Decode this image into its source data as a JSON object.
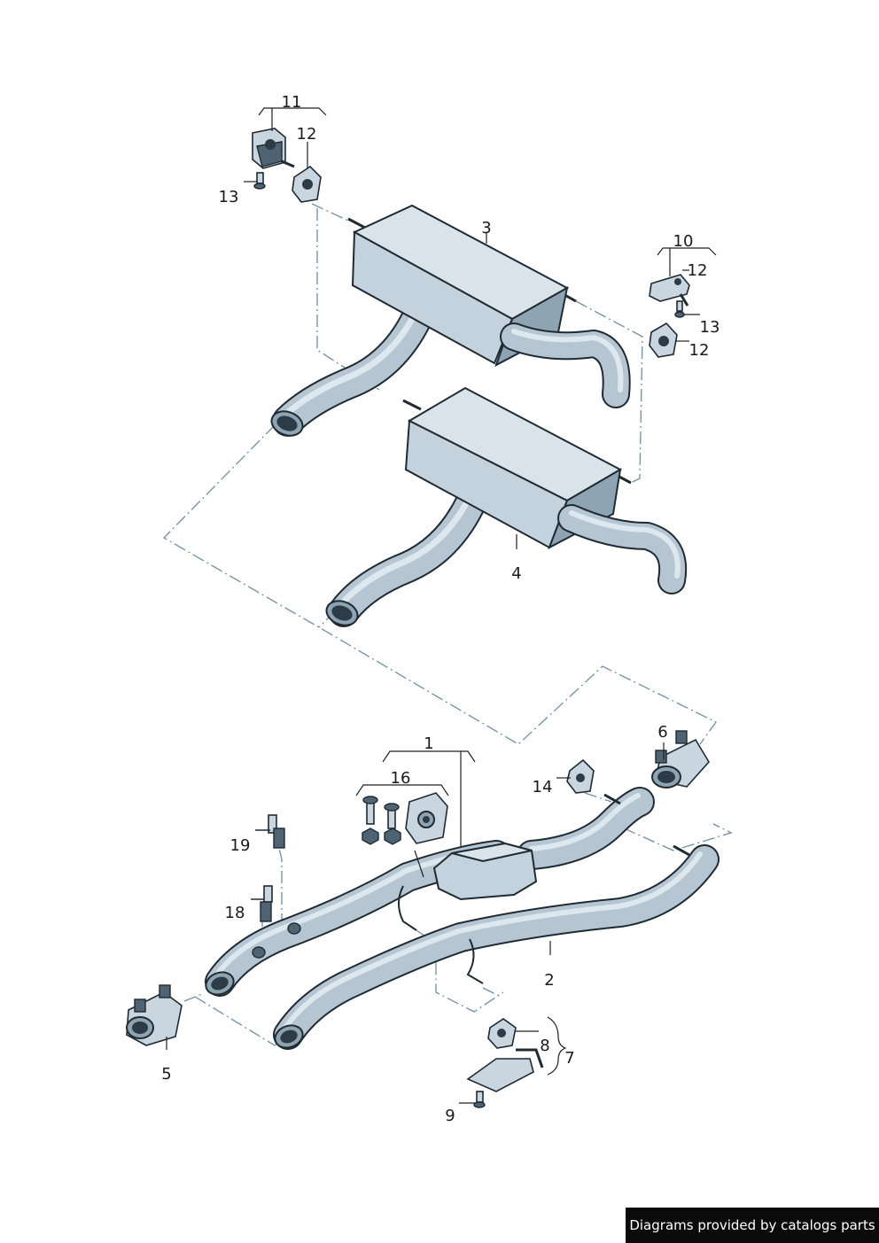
{
  "callouts": {
    "c1": "1",
    "c2": "2",
    "c3": "3",
    "c4": "4",
    "c5": "5",
    "c6": "6",
    "c7": "7",
    "c8": "8",
    "c9": "9",
    "c10": "10",
    "c11": "11",
    "c12a": "12",
    "c12b": "12",
    "c12c": "12",
    "c13a": "13",
    "c13b": "13",
    "c14": "14",
    "c16": "16",
    "c18": "18",
    "c19": "19"
  },
  "credit": "Diagrams provided by catalogs parts",
  "colors": {
    "part_fill": "#c3d2dc",
    "outline": "#1f2a33",
    "dash_line": "#6f8fa4",
    "credit_bg": "#0b0b0b"
  }
}
